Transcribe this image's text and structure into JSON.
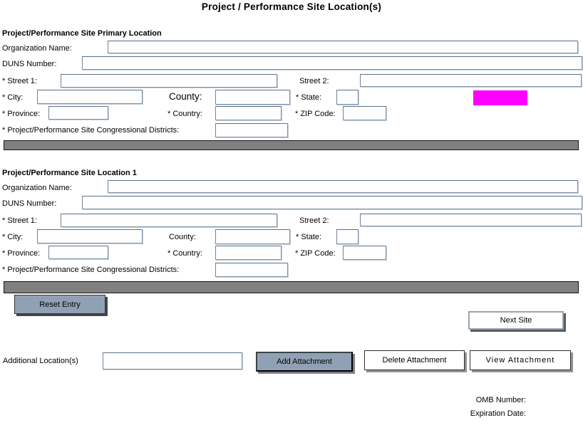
{
  "page_title": "Project / Performance Site Location(s)",
  "colors": {
    "highlight": "#ff00ff",
    "divider": "#808080",
    "button_primary": "#91a1b5"
  },
  "sections": [
    {
      "header": "Project/Performance Site Primary Location",
      "labels": {
        "organization_name": "Organization Name:",
        "duns_number": "DUNS Number:",
        "street1": "* Street 1:",
        "street2": "Street 2:",
        "city": "* City:",
        "county": "County:",
        "state": "* State:",
        "province": "* Province:",
        "country": "* Country:",
        "zip_code": "* ZIP Code:",
        "congressional_districts": "* Project/Performance Site Congressional Districts:"
      },
      "values": {
        "organization_name": "",
        "duns_number": "",
        "street1": "",
        "street2": "",
        "city": "",
        "county": "",
        "state": "",
        "province": "",
        "country": "",
        "zip_code": "",
        "congressional_districts": ""
      }
    },
    {
      "header": "Project/Performance Site Location 1",
      "labels": {
        "organization_name": "Organization Name:",
        "duns_number": "DUNS Number:",
        "street1": "* Street 1:",
        "street2": "Street 2:",
        "city": "* City:",
        "county": "County:",
        "state": "* State:",
        "province": "* Province:",
        "country": "* Country:",
        "zip_code": "* ZIP Code:",
        "congressional_districts": "* Project/Performance Site Congressional Districts:"
      },
      "values": {
        "organization_name": "",
        "duns_number": "",
        "street1": "",
        "street2": "",
        "city": "",
        "county": "",
        "state": "",
        "province": "",
        "country": "",
        "zip_code": "",
        "congressional_districts": ""
      }
    }
  ],
  "actions": {
    "reset_entry": "Reset Entry",
    "next_site": "Next Site"
  },
  "attachments": {
    "label": "Additional Location(s)",
    "filename": "",
    "add": "Add Attachment",
    "delete": "Delete Attachment",
    "view": "View Attachment"
  },
  "footer": {
    "omb_number": "OMB Number:",
    "expiration_date": "Expiration Date:"
  }
}
